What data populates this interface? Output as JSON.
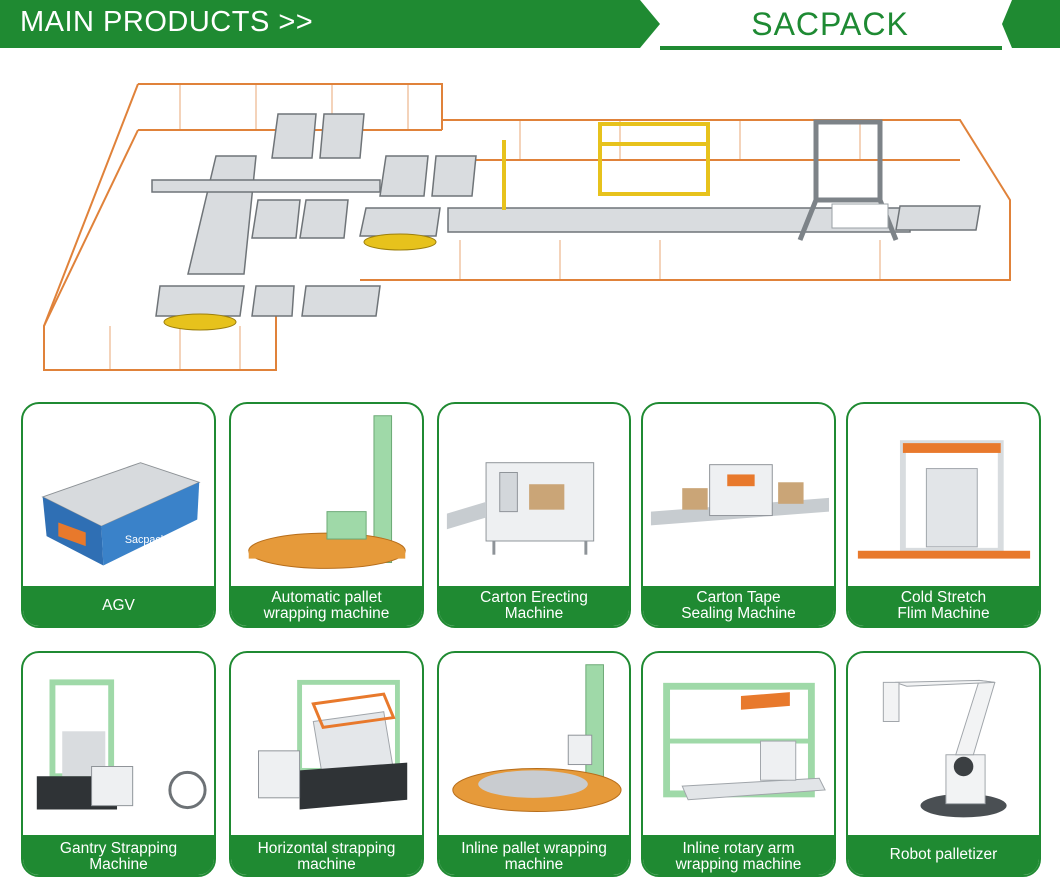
{
  "header": {
    "title": "MAIN PRODUCTS >>",
    "brand": "SACPACK"
  },
  "colors": {
    "brand_green": "#1f8a32",
    "fence_orange": "#e0823a",
    "machine_yellow": "#e7c21c",
    "machine_green": "#9fd9a8"
  },
  "products": [
    {
      "name": "AGV",
      "icon": "agv-icon"
    },
    {
      "name": "Automatic pallet\nwrapping machine",
      "icon": "pallet-wrapper-icon"
    },
    {
      "name": "Carton Erecting\nMachine",
      "icon": "carton-erector-icon"
    },
    {
      "name": "Carton Tape\nSealing Machine",
      "icon": "tape-sealer-icon"
    },
    {
      "name": "Cold Stretch\nFlim Machine",
      "icon": "stretch-hood-icon"
    },
    {
      "name": "Gantry Strapping\nMachine",
      "icon": "gantry-strapper-icon"
    },
    {
      "name": "Horizontal strapping\nmachine",
      "icon": "horizontal-strapper-icon"
    },
    {
      "name": "Inline pallet wrapping\nmachine",
      "icon": "inline-wrapper-icon"
    },
    {
      "name": "Inline rotary arm\nwrapping machine",
      "icon": "rotary-arm-icon"
    },
    {
      "name": "Robot palletizer",
      "icon": "robot-arm-icon"
    }
  ]
}
